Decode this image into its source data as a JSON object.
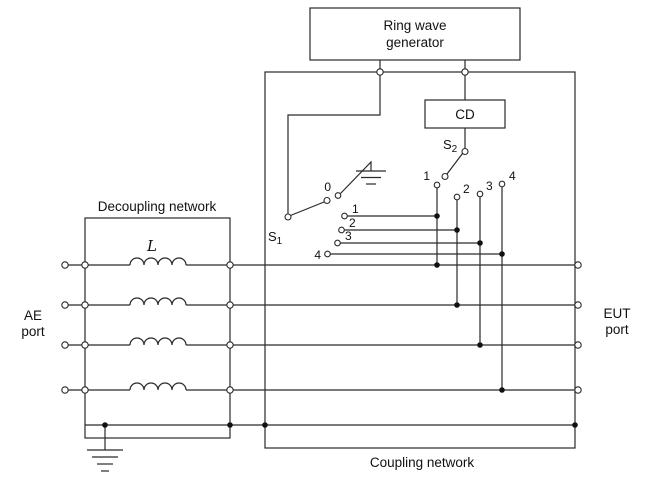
{
  "generator": {
    "label_line1": "Ring wave",
    "label_line2": "generator"
  },
  "coupling_device": {
    "label": "CD"
  },
  "switch_s1": {
    "label": "S",
    "label_sub": "1",
    "contact_labels": [
      "0",
      "1",
      "2",
      "3",
      "4"
    ]
  },
  "switch_s2": {
    "label": "S",
    "label_sub": "2",
    "contact_labels": [
      "1",
      "2",
      "3",
      "4"
    ]
  },
  "decoupling_network": {
    "label": "Decoupling network",
    "inductor_label": "L"
  },
  "coupling_network": {
    "label": "Coupling network"
  },
  "ae_port": {
    "label_line1": "AE",
    "label_line2": "port"
  },
  "eut_port": {
    "label_line1": "EUT",
    "label_line2": "port"
  },
  "colors": {
    "stroke": "#2a2a2a",
    "background": "#ffffff"
  }
}
